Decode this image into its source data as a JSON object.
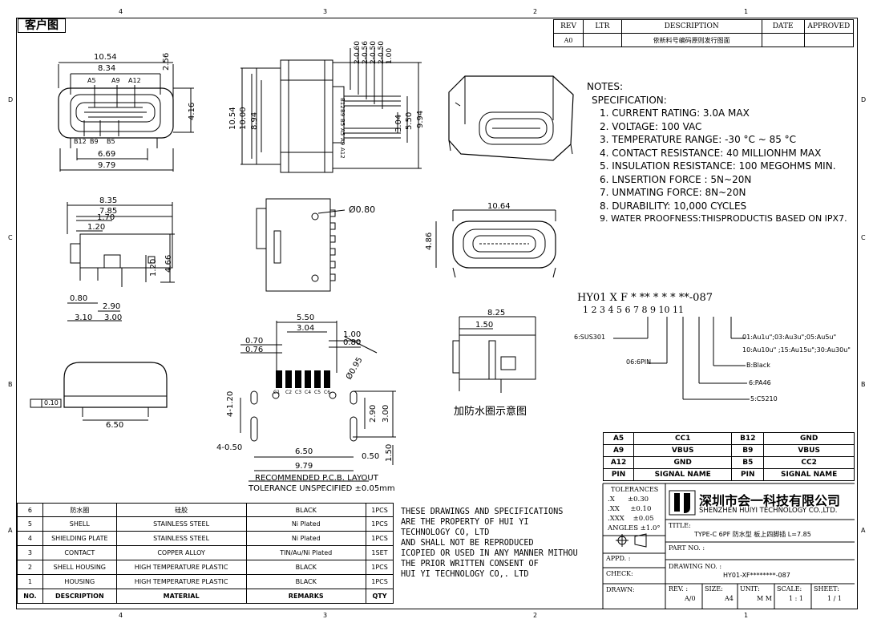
{
  "sheet": {
    "title_tag": "客户图",
    "zones_top": [
      "4",
      "3",
      "2",
      "1"
    ],
    "zones_side": [
      "D",
      "C",
      "B",
      "A"
    ]
  },
  "revision_table": {
    "headers": [
      "REV",
      "LTR",
      "DESCRIPTION",
      "DATE",
      "APPROVED"
    ],
    "rows": [
      [
        "A0",
        "",
        "依新料号编码原则发行图面",
        "",
        ""
      ]
    ]
  },
  "notes": {
    "heading": "NOTES:",
    "subheading": "SPECIFICATION:",
    "items": [
      "1. CURRENT RATING: 3.0A MAX",
      "2. VOLTAGE: 100 VAC",
      "3. TEMPERATURE RANGE: -30 °C ~ 85 °C",
      "4. CONTACT RESISTANCE: 40 MILLIONHM MAX",
      "5. INSULATION RESISTANCE: 100 MEGOHMS MIN.",
      "6.  LNSERTION  FORCE : 5N~20N",
      "7.  UNMATING  FORCE: 8N~20N",
      "8.  DURABILITY:    10,000  CYCLES",
      "9. WATER PROOFNESS:THISPRODUCTIS BASED ON IPX7."
    ]
  },
  "dimensions": {
    "front_view": [
      "10.54",
      "8.34",
      "A5",
      "A9",
      "A12",
      "2.56",
      "4.16",
      "B12",
      "B9",
      "B5",
      "6.69",
      "9.79"
    ],
    "side_view": [
      "2-0.60",
      "2-0.56",
      "2-0.50",
      "2-0.50",
      "1.00",
      "10.54",
      "10.00",
      "8.94",
      "3.04",
      "5.50",
      "9.94"
    ],
    "pin_column_labels": [
      "B12",
      "B9",
      "B5",
      "A5",
      "A9",
      "A12"
    ],
    "left_view": [
      "8.35",
      "7.85",
      "1.70",
      "1.20",
      "4.66",
      "1.20",
      "0.80",
      "2.90",
      "3.10",
      "3.00"
    ],
    "top_view": [
      "Ø0.80"
    ],
    "end_view": [
      "10.64",
      "4.86"
    ],
    "bottom_view": [
      "0.10",
      "6.50"
    ],
    "pcb_layout": [
      "5.50",
      "3.04",
      "1.00",
      "0.70",
      "0.80",
      "0.76",
      "4-1.20",
      "Ø0.95",
      "2.90",
      "3.00",
      "4-0.50",
      "6.50",
      "0.50",
      "9.79",
      "1.50"
    ],
    "pcb_pads": [
      "C1",
      "C2",
      "C3",
      "C4",
      "C5",
      "C6"
    ],
    "pcb_caption": "RECOMMENDED  P.C.B. LAYOUT",
    "pcb_tolerance": "TOLERANCE  UNSPECIFIED  ±0.05mm",
    "gasket_view": [
      "8.25",
      "1.50"
    ],
    "gasket_caption": "加防水圈示意图"
  },
  "part_number": {
    "code": "HY01  X  F  *  **  *  *  *  **-087",
    "digits": "1  2  3  4  5   6   7  8  9   10   11",
    "legend": [
      "6:SUS301",
      "06:6PIN",
      "5:C5210",
      "6:PA46",
      "B:Black",
      "01:Au1u\";03:Au3u\";05:Au5u\"",
      "10:Au10u\" ;15:Au15u\";30:Au30u\""
    ]
  },
  "pin_table": {
    "rows": [
      [
        "A5",
        "CC1",
        "B12",
        "GND"
      ],
      [
        "A9",
        "VBUS",
        "B9",
        "VBUS"
      ],
      [
        "A12",
        "GND",
        "B5",
        "CC2"
      ],
      [
        "PIN",
        "SIGNAL NAME",
        "PIN",
        "SIGNAL NAME"
      ]
    ]
  },
  "bom": {
    "rows": [
      [
        "6",
        "防水圈",
        "硅胶",
        "BLACK",
        "1PCS"
      ],
      [
        "5",
        "SHELL",
        "STAINLESS STEEL",
        "Ni Plated",
        "1PCS"
      ],
      [
        "4",
        "SHIELDING PLATE",
        "STAINLESS STEEL",
        "Ni Plated",
        "1PCS"
      ],
      [
        "3",
        "CONTACT",
        "COPPER ALLOY",
        "TIN/Au/Ni Plated",
        "1SET"
      ],
      [
        "2",
        "SHELL HOUSING",
        "HIGH TEMPERATURE PLASTIC",
        "BLACK",
        "1PCS"
      ],
      [
        "1",
        "HOUSING",
        "HIGH TEMPERATURE PLASTIC",
        "BLACK",
        "1PCS"
      ]
    ],
    "headers": [
      "NO.",
      "DESCRIPTION",
      "MATERIAL",
      "REMARKS",
      "QTY"
    ]
  },
  "disclaimer": [
    "THESE DRAWINGS AND SPECIFICATIONS",
    "ARE THE PROPERTY OF HUI YI",
    "TECHNOLOGY  CO, LTD",
    "AND SHALL NOT BE REPRODUCED",
    "ICOPIED OR USED IN ANY MANNER MITHOU",
    "THE PRIOR WRITTEN CONSENT OF",
    "HUI YI  TECHNOLOGY CO,. LTD"
  ],
  "title_block": {
    "tolerances_label": "TOLERANCES",
    "tolerances": [
      ".X      ±0.30",
      ".XX     ±0.10",
      ".XXX    ±0.05",
      "ANGLES ±1.0°"
    ],
    "company_cn": "深圳市会一科技有限公司",
    "company_en": "SHENZHEN  HUIYI  TECHNOLOGY  CO.,LTD.",
    "title_label": "TITLE:",
    "title_value": "TYPE-C 6PF 防水型 板上四脚插 L=7.85",
    "part_no_label": "PART NO. :",
    "appd_label": "APPD. :",
    "check_label": "CHECK:",
    "drawn_label": "DRAWN:",
    "drawing_no_label": "DRAWING NO. :",
    "drawing_no_value": "HY01-XF********-087",
    "rev_label": "REV. :",
    "rev_value": "A/0",
    "size_label": "SIZE:",
    "size_value": "A4",
    "unit_label": "UNIT:",
    "unit_value": "M M",
    "scale_label": "SCALE:",
    "scale_value": "1 : 1",
    "sheet_label": "SHEET:",
    "sheet_value": "1 / 1"
  }
}
